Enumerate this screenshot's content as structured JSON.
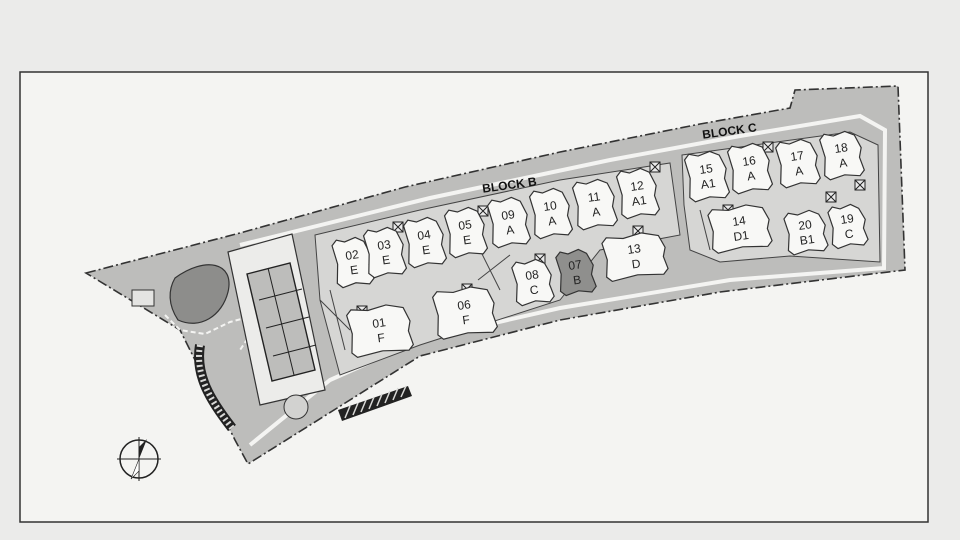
{
  "plan": {
    "block_labels": [
      {
        "id": "block-b",
        "text": "BLOCK B"
      },
      {
        "id": "block-c",
        "text": "BLOCK C"
      }
    ],
    "units": [
      {
        "num": "02",
        "type": "E"
      },
      {
        "num": "03",
        "type": "E"
      },
      {
        "num": "04",
        "type": "E"
      },
      {
        "num": "05",
        "type": "E"
      },
      {
        "num": "09",
        "type": "A"
      },
      {
        "num": "10",
        "type": "A"
      },
      {
        "num": "11",
        "type": "A"
      },
      {
        "num": "12",
        "type": "A1"
      },
      {
        "num": "01",
        "type": "F"
      },
      {
        "num": "06",
        "type": "F"
      },
      {
        "num": "08",
        "type": "C"
      },
      {
        "num": "07",
        "type": "B"
      },
      {
        "num": "13",
        "type": "D"
      },
      {
        "num": "15",
        "type": "A1"
      },
      {
        "num": "16",
        "type": "A"
      },
      {
        "num": "17",
        "type": "A"
      },
      {
        "num": "18",
        "type": "A"
      },
      {
        "num": "14",
        "type": "D1"
      },
      {
        "num": "20",
        "type": "B1"
      },
      {
        "num": "19",
        "type": "C"
      }
    ],
    "compass_icon": "north-arrow-icon",
    "colors": {
      "paper": "#ebebea",
      "sheet": "#f4f4f2",
      "site_fill": "#bdbdbb",
      "unit_fill": "#f8f8f6",
      "dark_unit_fill": "#8f8f8d",
      "line": "#333333"
    }
  }
}
